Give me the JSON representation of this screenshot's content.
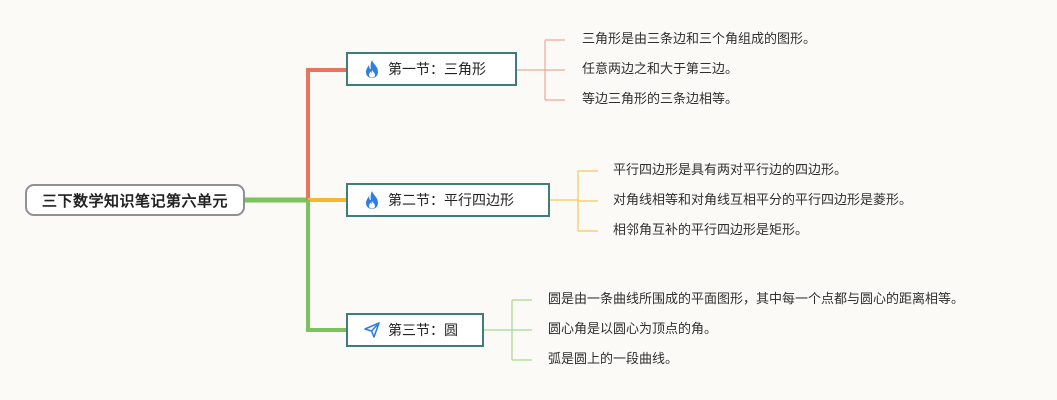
{
  "root": {
    "label": "三下数学知识笔记第六单元"
  },
  "sections": [
    {
      "label": "第一节：三角形",
      "icon": "fire-icon",
      "color": "#e8735f",
      "items": [
        "三角形是由三条边和三个角组成的图形。",
        "任意两边之和大于第三边。",
        "等边三角形的三条边相等。"
      ]
    },
    {
      "label": "第二节：平行四边形",
      "icon": "fire-icon",
      "color": "#f5b731",
      "items": [
        "平行四边形是具有两对平行边的四边形。",
        "对角线相等和对角线互相平分的平行四边形是菱形。",
        "相邻角互补的平行四边形是矩形。"
      ]
    },
    {
      "label": "第三节：圆",
      "icon": "paper-plane-icon",
      "color": "#7bc35a",
      "items": [
        "圆是由一条曲线所围成的平面图形，其中每一个点都与圆心的距离相等。",
        "圆心角是以圆心为顶点的角。",
        "弧是圆上的一段曲线。"
      ]
    }
  ],
  "colors": {
    "node_border": "#3d7d7a",
    "root_border": "#8f8f96",
    "icon_blue": "#2f7fe0"
  }
}
